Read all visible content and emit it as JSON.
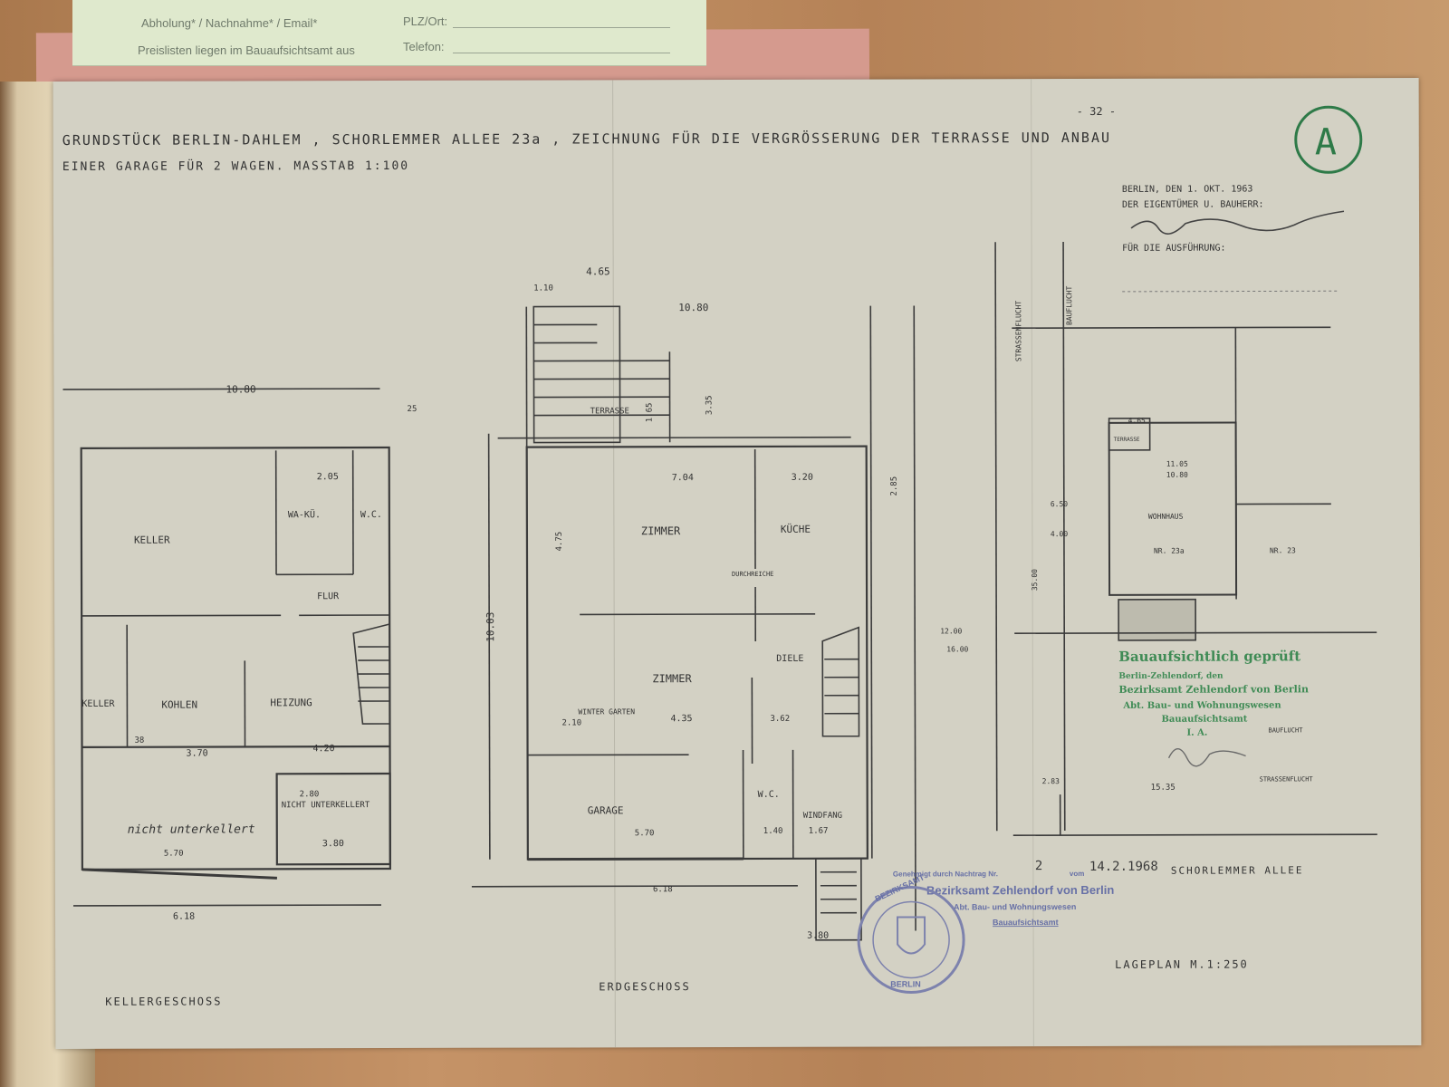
{
  "slip": {
    "line1": "Abholung* / Nachnahme* / Email*",
    "line2": "Preislisten liegen im Bauaufsichtsamt aus",
    "plz": "PLZ/Ort:",
    "telefon": "Telefon:"
  },
  "header": {
    "line1": "GRUNDSTÜCK  BERLIN-DAHLEM , SCHORLEMMER ALLEE 23a , ZEICHNUNG FÜR DIE VERGRÖSSERUNG DER TERRASSE UND ANBAU",
    "line2": "EINER GARAGE FÜR  2 WAGEN.  MASSTAB 1:100",
    "page_no": "- 32 -"
  },
  "signature_block": {
    "date": "BERLIN, DEN 1. OKT. 1963",
    "owner": "DER EIGENTÜMER U. BAUHERR:",
    "execution": "FÜR DIE AUSFÜHRUNG:",
    "stamp_letter": "A"
  },
  "plans": {
    "keller": {
      "title": "KELLERGESCHOSS",
      "rooms": [
        "KELLER",
        "WA-KÜ.",
        "W.C.",
        "FLUR",
        "KELLER",
        "KOHLEN",
        "HEIZUNG",
        "NICHT UNTERKELLERT"
      ],
      "dims": [
        "10.80",
        "2.05",
        "3.70",
        "4.20",
        "6.18",
        "3.80",
        "5.70",
        "2.80",
        "38",
        "25"
      ],
      "note": "nicht unterkellert"
    },
    "erdgeschoss": {
      "title": "ERDGESCHOSS",
      "rooms": [
        "TERRASSE",
        "ZIMMER",
        "KÜCHE",
        "DURCHREICHE",
        "ZIMMER",
        "DIELE",
        "WINTER GARTEN",
        "GARAGE",
        "W.C.",
        "WINDFANG"
      ],
      "dims": [
        "4.65",
        "1.10",
        "10.80",
        "7.04",
        "3.20",
        "10.03",
        "4.75",
        "4.35",
        "2.10",
        "5.70",
        "6.18",
        "3.62",
        "1.40",
        "1.67",
        "3.80",
        "2.85",
        "3.35",
        "1.65"
      ]
    },
    "lageplan": {
      "title": "LAGEPLAN  M.1:250",
      "labels": [
        "STRASSENFLUCHT",
        "BAUFLUCHT",
        "TERRASSE",
        "WOHNHAUS",
        "NR. 23a",
        "NR. 23",
        "BAUFLUCHT",
        "STRASSENFLUCHT"
      ],
      "dims": [
        "4.65",
        "11.05",
        "10.80",
        "6.50",
        "4.00",
        "35.00",
        "12.00",
        "16.00",
        "15.35",
        "2.83"
      ],
      "street": "SCHORLEMMER ALLEE"
    }
  },
  "stamps": {
    "green": [
      "Bauaufsichtlich geprüft",
      "Berlin-Zehlendorf, den",
      "Bezirksamt Zehlendorf von Berlin",
      "Abt. Bau- und Wohnungswesen",
      "Bauaufsichtsamt",
      "I. A."
    ],
    "blue": [
      "Genehmigt durch Nachtrag Nr.",
      "vom",
      "Bezirksamt Zehlendorf von Berlin",
      "Abt. Bau- und Wohnungswesen",
      "Bauaufsichtsamt"
    ],
    "nachtrag_no": "2",
    "nachtrag_date": "14.2.1968",
    "seal": [
      "BEZIRKSAMT",
      "BERLIN"
    ]
  }
}
